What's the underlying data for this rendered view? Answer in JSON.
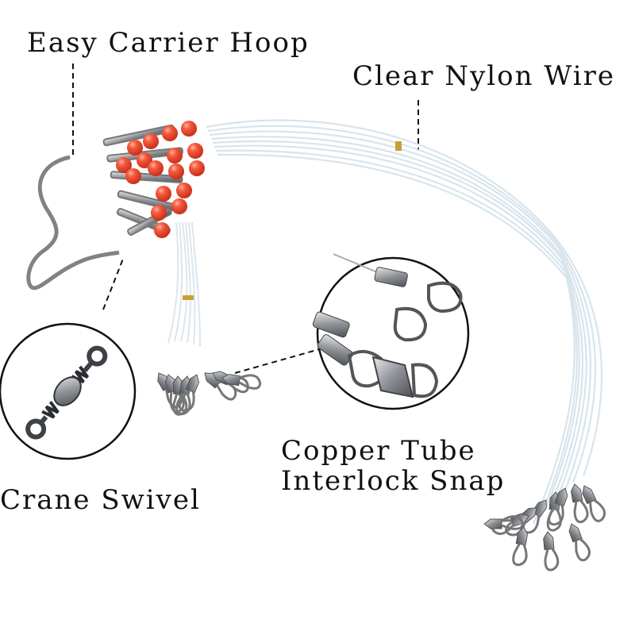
{
  "labels": {
    "carrier_hoop": "Easy Carrier Hoop",
    "nylon_wire": "Clear Nylon Wire",
    "crane_swivel": "Crane Swivel",
    "snap": [
      "Copper Tube",
      "Interlock Snap"
    ]
  },
  "colors": {
    "bead": "#f24a2e",
    "wire": "#dde7ee",
    "metal": "#8b8f94",
    "background": "#ffffff"
  }
}
